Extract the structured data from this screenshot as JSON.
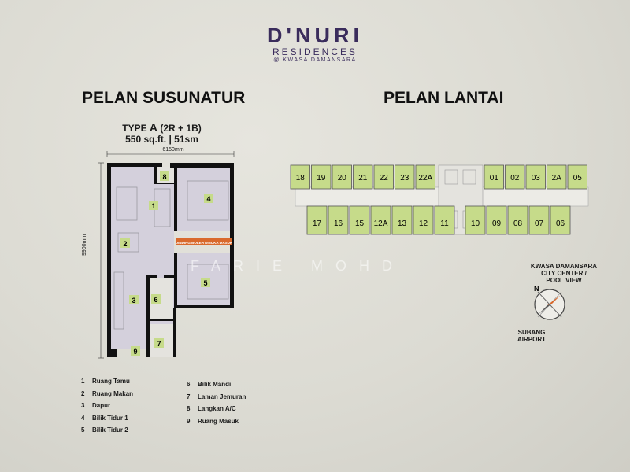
{
  "logo": {
    "brand": "D'NURI",
    "sub": "RESIDENCES",
    "location": "@ KWASA DAMANSARA"
  },
  "headings": {
    "susunatur": "PELAN SUSUNATUR",
    "lantai": "PELAN LANTAI"
  },
  "unit": {
    "type_prefix": "TYPE",
    "type_letter": "A",
    "type_config": "(2R + 1B)",
    "size": "550 sq.ft. | 51sm",
    "width_dim": "6150mm",
    "height_dim": "9900mm",
    "door_label": "DINDING BOLEH DIBUKA MASUK"
  },
  "room_numbers": [
    "1",
    "2",
    "3",
    "4",
    "5",
    "6",
    "7",
    "8",
    "9"
  ],
  "legend": {
    "left": [
      {
        "num": "1",
        "label": "Ruang Tamu"
      },
      {
        "num": "2",
        "label": "Ruang Makan"
      },
      {
        "num": "3",
        "label": "Dapur"
      },
      {
        "num": "4",
        "label": "Bilik Tidur 1"
      },
      {
        "num": "5",
        "label": "Bilik Tidur 2"
      }
    ],
    "right": [
      {
        "num": "6",
        "label": "Bilik Mandi"
      },
      {
        "num": "7",
        "label": "Laman Jemuran"
      },
      {
        "num": "8",
        "label": "Langkan A/C"
      },
      {
        "num": "9",
        "label": "Ruang Masuk"
      }
    ]
  },
  "floor_plan": {
    "top_left": [
      "18",
      "19",
      "20",
      "21",
      "22",
      "23",
      "22A"
    ],
    "top_right": [
      "01",
      "02",
      "03",
      "2A",
      "05"
    ],
    "bottom_left": [
      "17",
      "16",
      "15",
      "12A",
      "13",
      "12",
      "11"
    ],
    "bottom_right": [
      "10",
      "09",
      "08",
      "07",
      "06"
    ]
  },
  "compass": {
    "north": "N",
    "top_label_1": "KWASA DAMANSARA",
    "top_label_2": "CITY CENTER /",
    "top_label_3": "POOL VIEW",
    "bottom_label_1": "SUBANG",
    "bottom_label_2": "AIRPORT"
  },
  "watermark": "FARIE MOHD",
  "colors": {
    "unit_green": "#c6db8a",
    "room_fill": "#d4d0dc",
    "brand_purple": "#3a2c5c",
    "door_orange": "#d9692c"
  }
}
